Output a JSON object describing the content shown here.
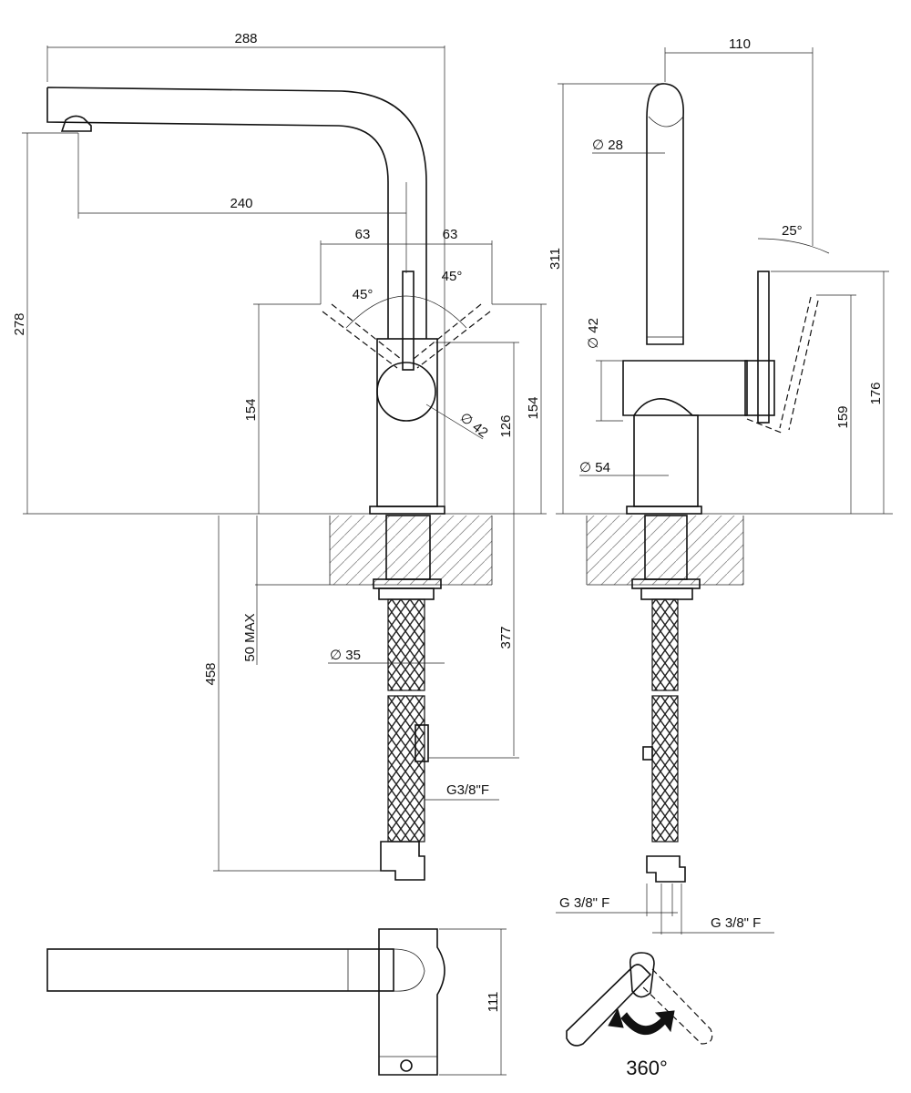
{
  "front_view": {
    "width_total": "288",
    "spout_reach": "240",
    "height_total": "278",
    "lever_offset_left": "63",
    "lever_offset_right": "63",
    "lever_angle_left": "45°",
    "lever_angle_right": "45°",
    "body_height_left": "154",
    "body_height_right": "154",
    "lever_center_height": "126",
    "lever_diameter": "∅ 42",
    "max_deck_thickness": "50 MAX",
    "hose_diameter": "∅ 35",
    "hose_length_total": "458",
    "shank_length": "377",
    "hose_connection": "G3/8\"F"
  },
  "side_view": {
    "spout_offset": "110",
    "height_total": "311",
    "spout_diameter": "∅ 28",
    "lever_angle": "25°",
    "lever_diameter": "∅ 42",
    "base_diameter": "∅ 54",
    "lever_height_a": "159",
    "lever_height_b": "176",
    "connection_left": "G 3/8\" F",
    "connection_right": "G 3/8\" F"
  },
  "top_view": {
    "depth": "111"
  },
  "rotation": {
    "label": "360°"
  }
}
